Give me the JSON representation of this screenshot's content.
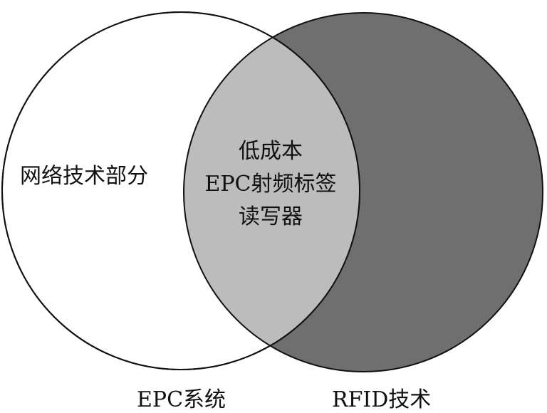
{
  "diagram": {
    "type": "venn",
    "sets": [
      {
        "name": "EPC系统",
        "region_label": "网络技术部分",
        "fill": "#ffffff"
      },
      {
        "name": "RFID技术",
        "region_label": "",
        "fill": "#6f6f6f"
      }
    ],
    "intersection": {
      "lines": [
        "低成本",
        "EPC射频标签",
        "读写器"
      ],
      "fill": "#bcbcbc"
    }
  }
}
